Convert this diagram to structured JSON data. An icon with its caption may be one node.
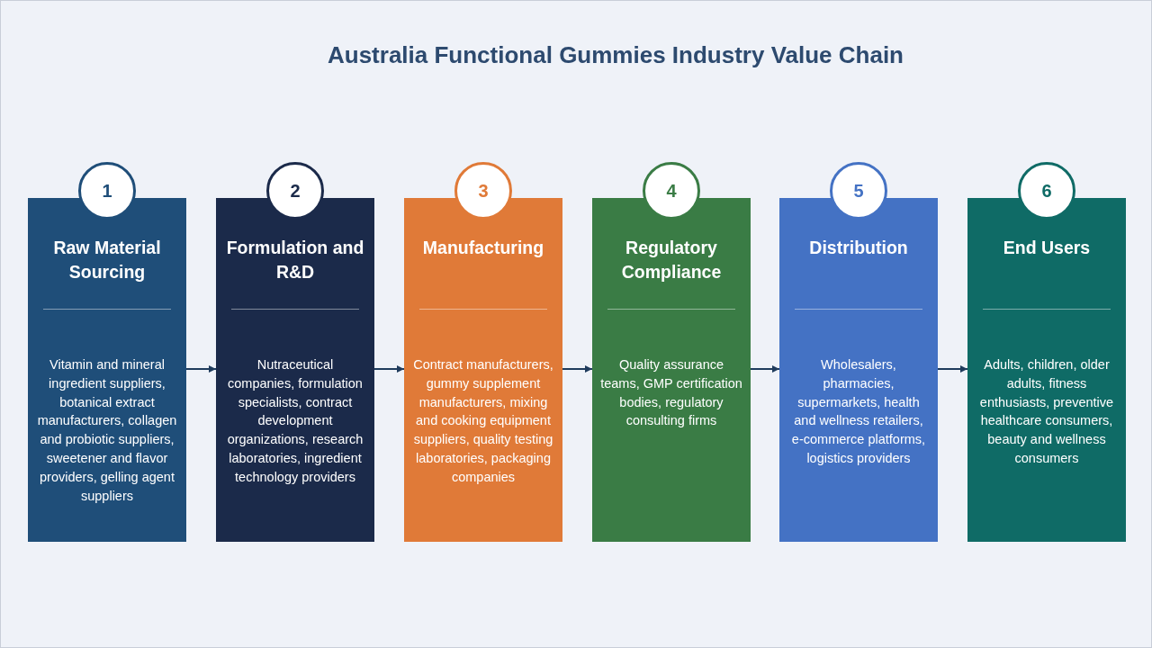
{
  "diagram": {
    "title": "Australia Functional Gummies Industry Value Chain",
    "nodes": [
      {
        "text": [
          "1"
        ]
      },
      {
        "text": [
          "Raw Material Sourcing",
          "Vitamin and mineral ingredient suppliers, botanical extract manufacturers, collagen and probiotic suppliers, sweetener and flavor providers, gelling agent suppliers"
        ]
      },
      {
        "text": [
          "2"
        ]
      },
      {
        "text": [
          "Formulation and R&D",
          "Nutraceutical companies, formulation specialists, contract development organizations, research laboratories, ingredient technology providers"
        ]
      },
      {
        "text": [
          "3"
        ]
      },
      {
        "text": [
          "Manufacturing",
          "Contract manufacturers, gummy supplement manufacturers, mixing and cooking equipment suppliers, quality testing laboratories, packaging companies"
        ]
      },
      {
        "text": [
          "4"
        ]
      },
      {
        "text": [
          "Regulatory Compliance",
          "Quality assurance teams, GMP certification bodies, regulatory consulting firms"
        ]
      },
      {
        "text": [
          "5"
        ]
      },
      {
        "text": [
          "Distribution",
          "Wholesalers, pharmacies, supermarkets, health and wellness retailers, e-commerce platforms, logistics providers"
        ]
      },
      {
        "text": [
          "6"
        ]
      },
      {
        "text": [
          "End Users",
          "Adults, children, older adults, fitness enthusiasts, preventive healthcare consumers, beauty and wellness consumers"
        ]
      }
    ],
    "edges": [
      {
        "from": 1,
        "to": 3,
        "arrow": "to"
      },
      {
        "from": 3,
        "to": 5,
        "arrow": "to"
      },
      {
        "from": 5,
        "to": 7,
        "arrow": "to"
      },
      {
        "from": 7,
        "to": 9,
        "arrow": "to"
      },
      {
        "from": 9,
        "to": 11,
        "arrow": "to"
      }
    ]
  }
}
